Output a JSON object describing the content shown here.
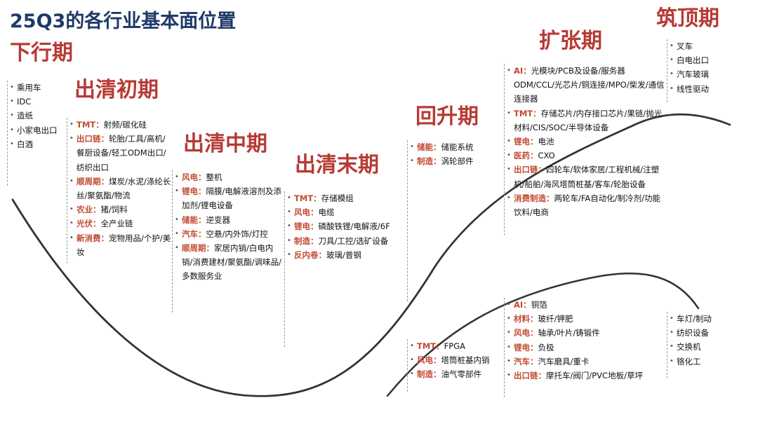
{
  "title": "25Q3的各行业基本面位置",
  "phases": [
    {
      "key": "xiaxing",
      "label": "下行期"
    },
    {
      "key": "qingchu",
      "label": "出清初期"
    },
    {
      "key": "qingzhong",
      "label": "出清中期"
    },
    {
      "key": "qingmo",
      "label": "出清末期"
    },
    {
      "key": "huisheng",
      "label": "回升期"
    },
    {
      "key": "kuozhang",
      "label": "扩张期"
    },
    {
      "key": "zhuding",
      "label": "筑顶期"
    }
  ],
  "groups": [
    {
      "key": "downturn",
      "items": [
        {
          "cat": "",
          "text": "乘用车"
        },
        {
          "cat": "",
          "text": "IDC"
        },
        {
          "cat": "",
          "text": "造纸"
        },
        {
          "cat": "",
          "text": "小家电出口"
        },
        {
          "cat": "",
          "text": "白酒"
        }
      ]
    },
    {
      "key": "early",
      "items": [
        {
          "cat": "TMT：",
          "text": "射频/碳化硅"
        },
        {
          "cat": "出口链：",
          "text": "轮胎/工具/高机/餐厨设备/轻工ODM出口/纺织出口"
        },
        {
          "cat": "顺周期：",
          "text": "煤炭/水泥/涤纶长丝/聚氨酯/物流"
        },
        {
          "cat": "农业：",
          "text": "猪/饲料"
        },
        {
          "cat": "光伏：",
          "text": "全产业链"
        },
        {
          "cat": "新消费：",
          "text": "宠物用品/个护/美妆"
        }
      ]
    },
    {
      "key": "mid",
      "items": [
        {
          "cat": "风电：",
          "text": "整机"
        },
        {
          "cat": "锂电：",
          "text": "隔膜/电解液溶剂及添加剂/锂电设备"
        },
        {
          "cat": "储能：",
          "text": "逆变器"
        },
        {
          "cat": "汽车：",
          "text": "空悬/内外饰/灯控"
        },
        {
          "cat": "顺周期：",
          "text": "家居内销/白电内销/消费建材/聚氨酯/调味品/多数服务业"
        }
      ]
    },
    {
      "key": "late",
      "items": [
        {
          "cat": "TMT：",
          "text": "存储模组"
        },
        {
          "cat": "风电：",
          "text": "电缆"
        },
        {
          "cat": "锂电：",
          "text": "磷酸铁锂/电解液/6F"
        },
        {
          "cat": "制造：",
          "text": "刀具/工控/选矿设备"
        },
        {
          "cat": "反内卷：",
          "text": "玻璃/普钢"
        }
      ]
    },
    {
      "key": "recovery_upper",
      "items": [
        {
          "cat": "储能：",
          "text": "储能系统"
        },
        {
          "cat": "制造：",
          "text": "涡轮部件"
        }
      ]
    },
    {
      "key": "recovery_lower",
      "items": [
        {
          "cat": "TMT：",
          "text": "FPGA"
        },
        {
          "cat": "风电：",
          "text": "塔筒桩基内销"
        },
        {
          "cat": "制造：",
          "text": "油气零部件"
        }
      ]
    },
    {
      "key": "expansion_upper",
      "items": [
        {
          "cat": "AI：",
          "text": "光模块/PCB及设备/服务器ODM/CCL/光芯片/铜连接/MPO/柴发/通信连接器"
        },
        {
          "cat": "TMT：",
          "text": "存储芯片/内存接口芯片/果链/抛光材料/CIS/SOC/半导体设备"
        },
        {
          "cat": "锂电：",
          "text": "电池"
        },
        {
          "cat": "医药：",
          "text": "CXO"
        },
        {
          "cat": "出口链：",
          "text": "四轮车/软体家居/工程机械/注塑机/船舶/海风塔筒桩基/客车/轮胎设备"
        },
        {
          "cat": "消费制造：",
          "text": "两轮车/FA自动化/制冷剂/功能饮料/电商"
        }
      ]
    },
    {
      "key": "expansion_lower",
      "items": [
        {
          "cat": "AI：",
          "text": "铜箔"
        },
        {
          "cat": "材料：",
          "text": "玻纤/钾肥"
        },
        {
          "cat": "风电：",
          "text": "轴承/叶片/铸锻件"
        },
        {
          "cat": "锂电：",
          "text": "负极"
        },
        {
          "cat": "汽车：",
          "text": "汽车磨具/重卡"
        },
        {
          "cat": "出口链：",
          "text": "摩托车/阀门/PVC地板/草坪"
        }
      ]
    },
    {
      "key": "top_upper",
      "items": [
        {
          "cat": "",
          "text": "叉车"
        },
        {
          "cat": "",
          "text": "白电出口"
        },
        {
          "cat": "",
          "text": "汽车玻璃"
        },
        {
          "cat": "",
          "text": "线性驱动"
        }
      ]
    },
    {
      "key": "top_lower",
      "items": [
        {
          "cat": "",
          "text": "车灯/制动"
        },
        {
          "cat": "",
          "text": "纺织设备"
        },
        {
          "cat": "",
          "text": "交换机"
        },
        {
          "cat": "",
          "text": "铬化工"
        }
      ]
    }
  ],
  "colors": {
    "title": "#1f3a68",
    "phase": "#b73a35",
    "category": "#c24a33",
    "curve": "#333333"
  }
}
